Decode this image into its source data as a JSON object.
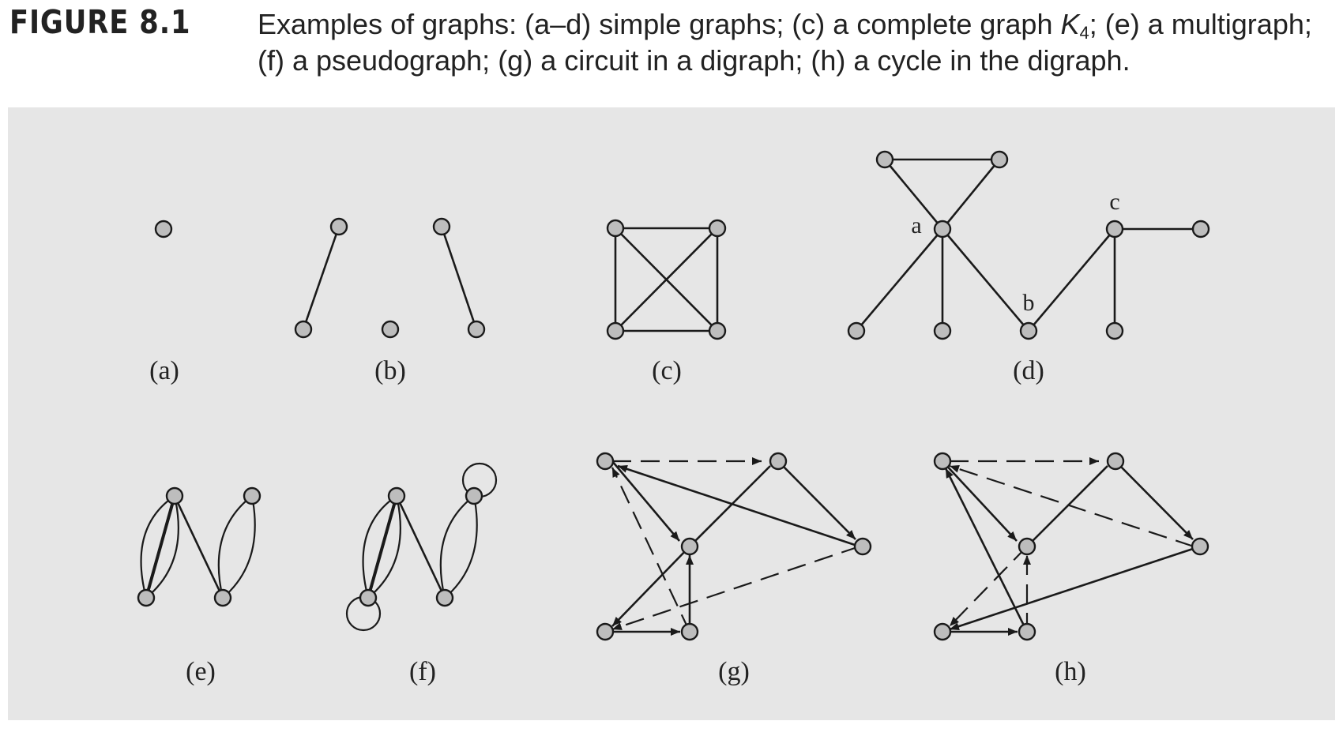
{
  "figure_label": "FIGURE 8.1",
  "caption": {
    "line1_prefix": "Examples of graphs: (a–d) simple graphs; (c) a complete graph ",
    "k": "K",
    "k_sub": "4",
    "line1_suffix": "; (e) a multigraph;",
    "line2": "(f) a pseudograph; (g) a circuit in a digraph; (h) a cycle in the digraph."
  },
  "subfigures": {
    "a": "(a)",
    "b": "(b)",
    "c": "(c)",
    "d": "(d)",
    "e": "(e)",
    "f": "(f)",
    "g": "(g)",
    "h": "(h)"
  },
  "vertex_labels": {
    "a": "a",
    "b": "b",
    "c": "c"
  }
}
